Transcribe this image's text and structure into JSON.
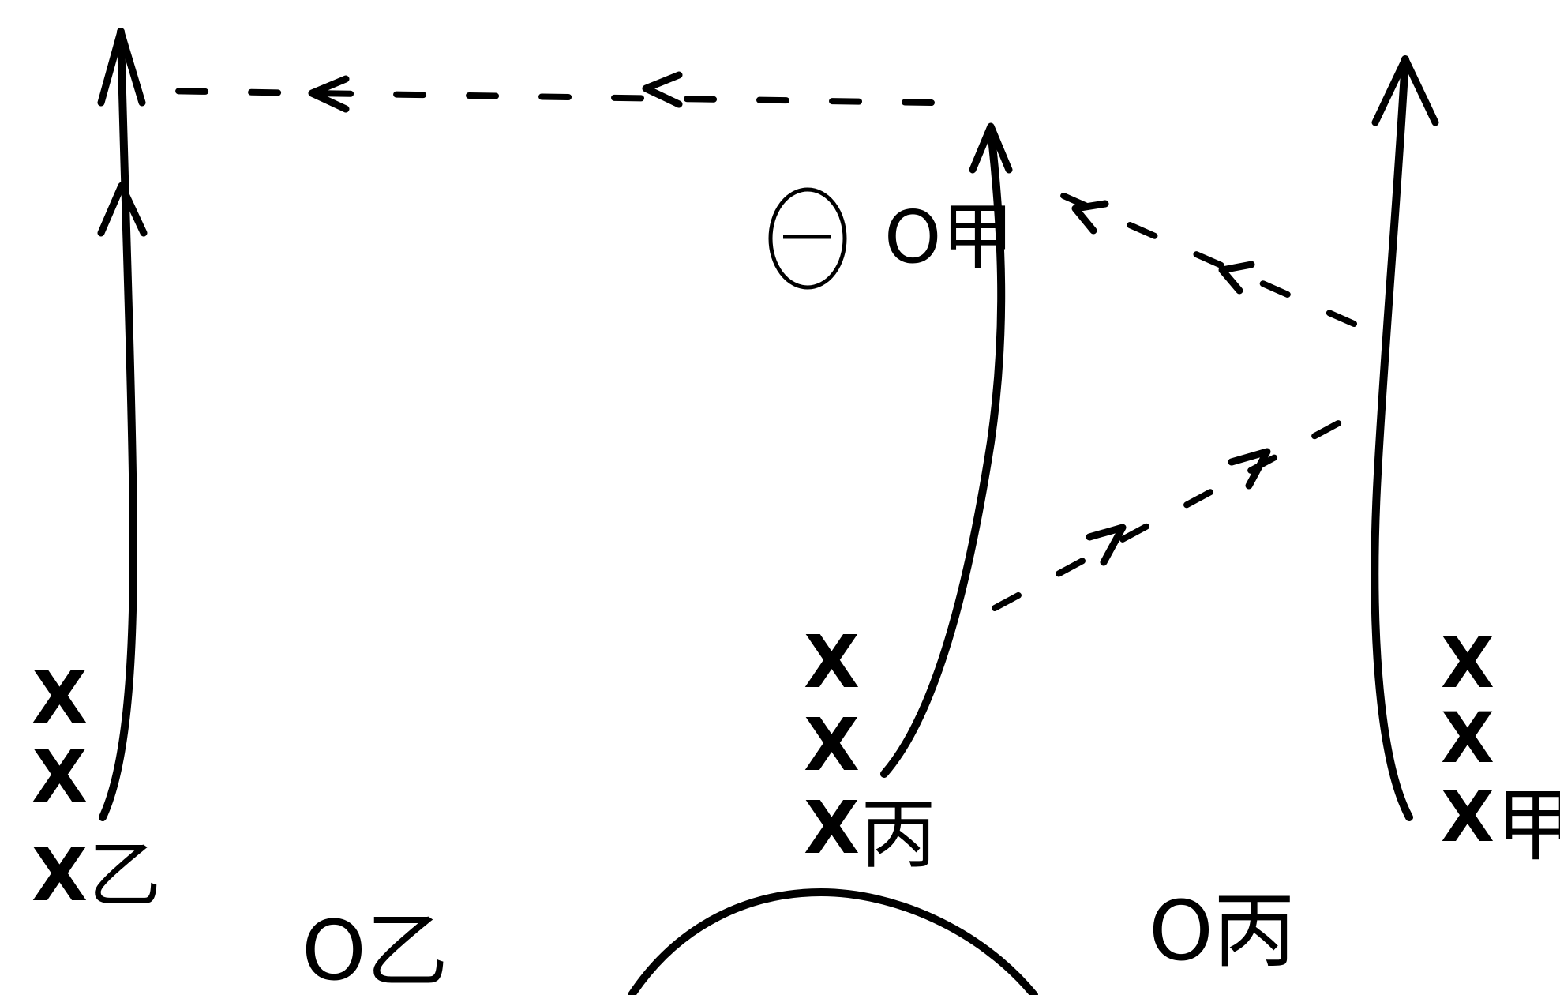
{
  "diagram": {
    "players": {
      "left_top": "X",
      "left_mid": "X",
      "left_bottom": "X",
      "left_tag": "乙",
      "center_top": "X",
      "center_mid": "X",
      "center_bottom": "X",
      "center_tag": "丙",
      "right_top": "X",
      "right_mid": "X",
      "right_bottom": "X",
      "right_tag": "甲"
    },
    "defenders": {
      "center_label": "O甲",
      "left_label": "O乙",
      "right_label": "O丙"
    },
    "ball_symbol": "⊖"
  }
}
